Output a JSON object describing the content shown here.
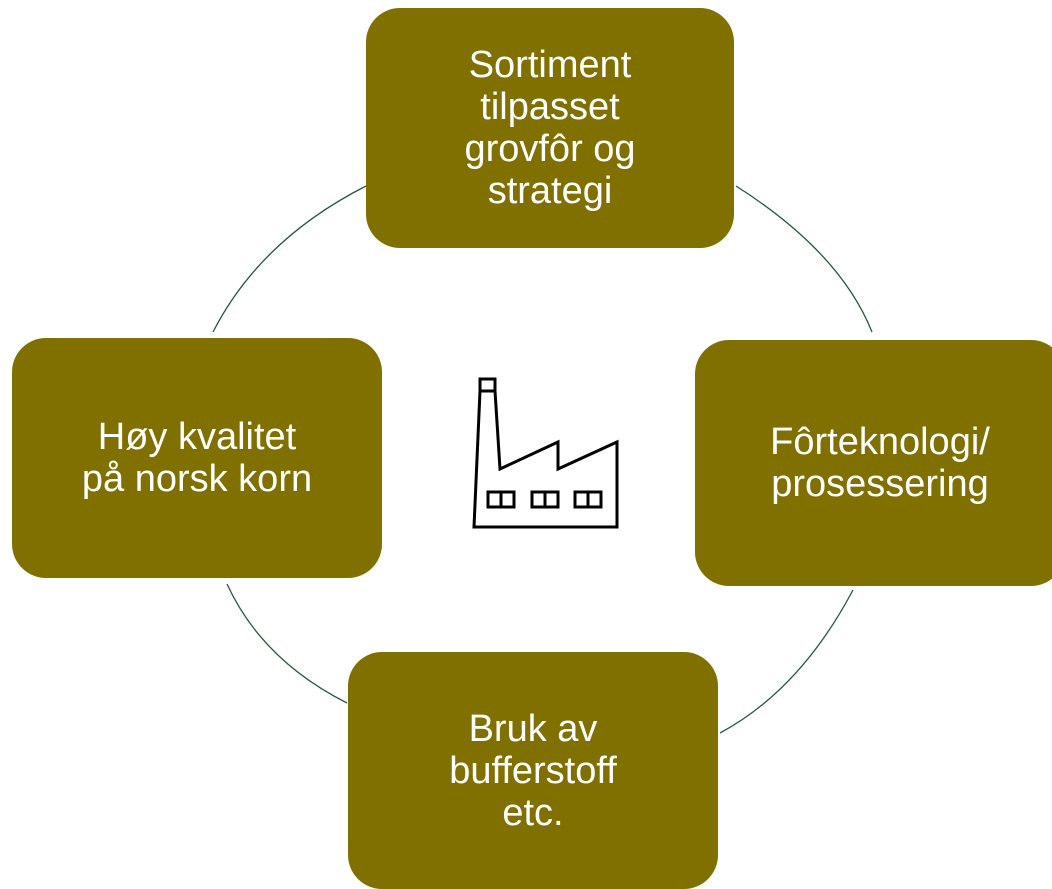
{
  "diagram": {
    "type": "cycle",
    "node_color": "#807000",
    "text_color": "#ffffff",
    "line_color": "#1f5a3a",
    "center_icon": "factory-icon",
    "nodes": {
      "top": "Sortiment\ntilpasset\ngrovfôr og\nstrategi",
      "right": "Fôrteknologi/\nprosessering",
      "bottom": "Bruk av\nbufferstoff\netc.",
      "left": "Høy kvalitet\npå norsk korn"
    }
  }
}
